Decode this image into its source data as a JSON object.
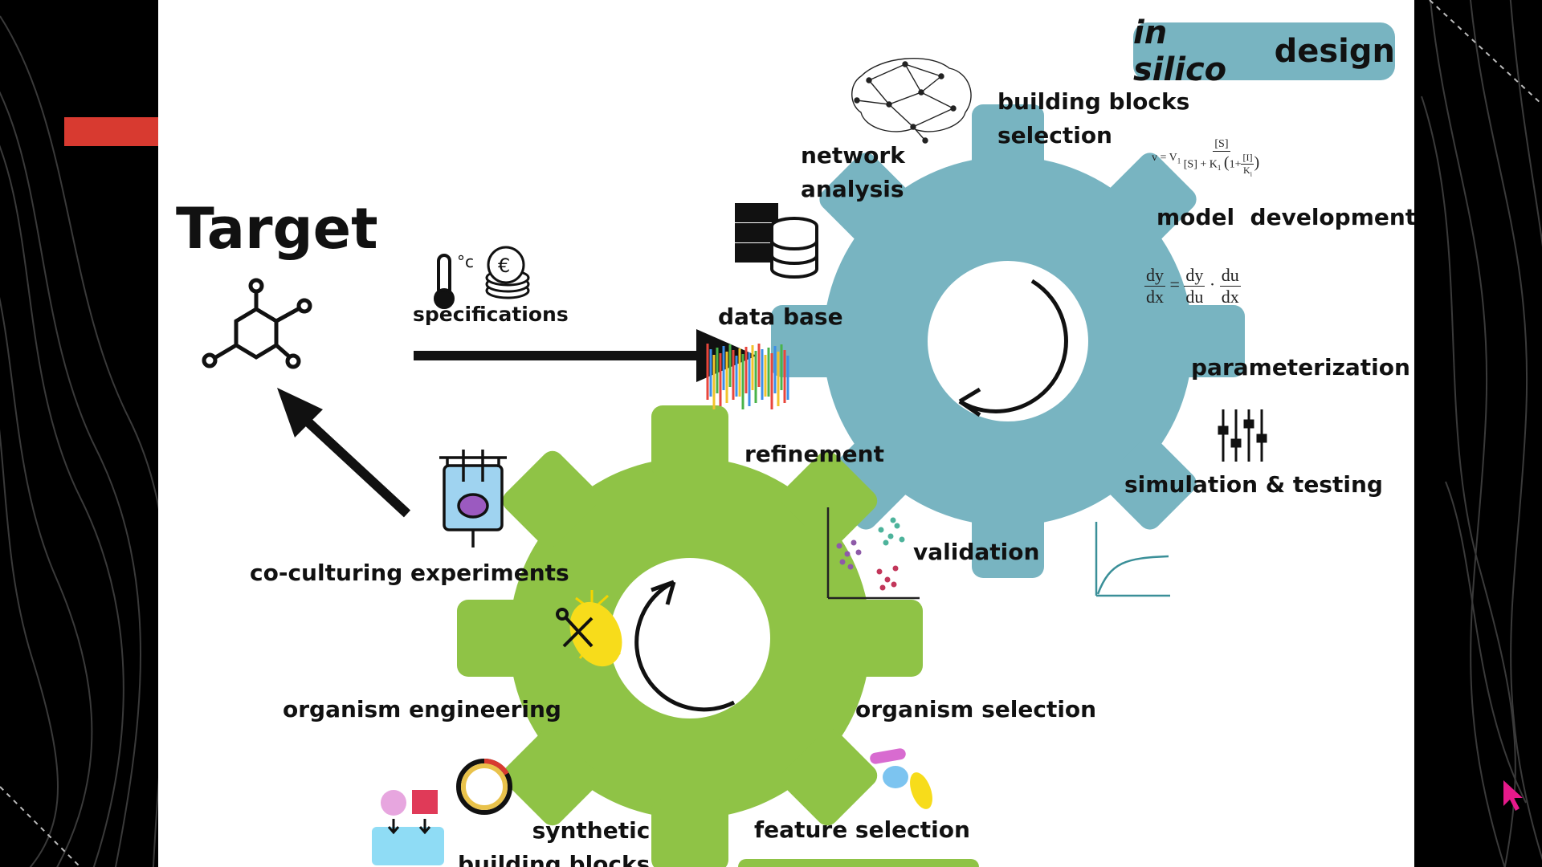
{
  "title": "Target",
  "badge": {
    "italic": "in silico",
    "rest": "design"
  },
  "labels": {
    "specifications": "specifications",
    "network_analysis": "network\nanalysis",
    "building_blocks_selection": "building blocks\nselection",
    "model_development": "model  development",
    "data_base": "data base",
    "parameterization": "parameterization",
    "refinement": "refinement",
    "simulation_testing": "simulation & testing",
    "validation": "validation",
    "co_culturing": "co-culturing experiments",
    "organism_engineering": "organism engineering",
    "organism_selection": "organism selection",
    "synthetic_building_blocks": "synthetic\nbuilding blocks",
    "feature_selection": "feature selection"
  },
  "equations": {
    "eq1_lhs_num": "dy",
    "eq1_lhs_den": "dx",
    "eq1_a_num": "dy",
    "eq1_a_den": "du",
    "eq1_b_num": "du",
    "eq1_b_den": "dx",
    "eq2_lhs": "v = V",
    "eq2_num": "[S]",
    "eq2_den": "[S] + K",
    "eq2_inner_num": "[I]",
    "eq2_inner_den": "K"
  },
  "colors": {
    "blue_gear": "#78b4c1",
    "green_gear": "#8fc346",
    "accent_red": "#d83a30",
    "cursor": "#e6198a"
  },
  "icons": [
    "molecule-icon",
    "thermometer-icon",
    "euro-coins-icon",
    "brain-network-icon",
    "database-icon",
    "dna-barcode-icon",
    "sliders-icon",
    "growth-curve-icon",
    "scatter-plot-icon",
    "bioreactor-icon",
    "engineered-bacteria-icon",
    "plasmid-ring-icon",
    "building-blocks-icon",
    "microbes-icon",
    "cycle-arrow-icon"
  ]
}
